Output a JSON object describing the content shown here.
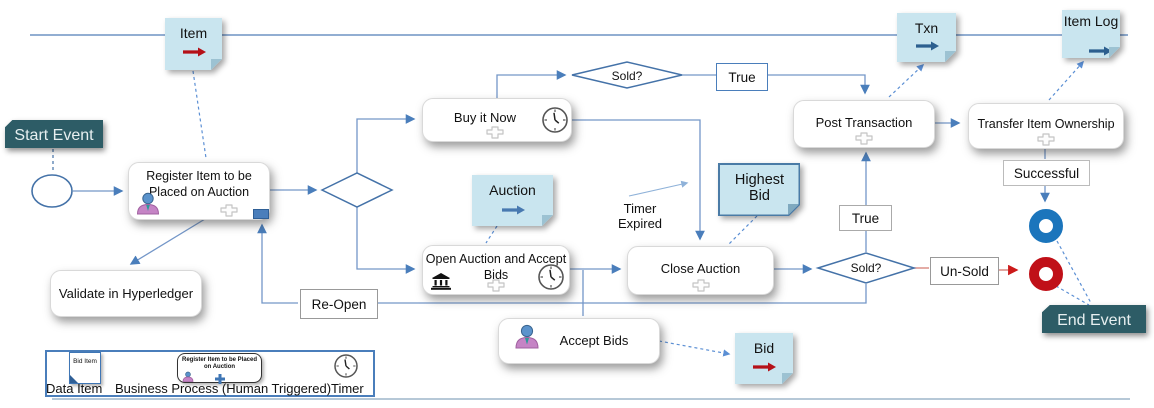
{
  "banners": {
    "start": "Start Event",
    "end": "End Event"
  },
  "tasks": {
    "register": "Register Item to be Placed on Auction",
    "validate": "Validate in Hyperledger",
    "buy_now": "Buy it Now",
    "open_auction": "Open Auction and Accept Bids",
    "close_auction": "Close Auction",
    "accept_bids": "Accept Bids",
    "post_transaction": "Post Transaction",
    "transfer_ownership": "Transfer Item Ownership"
  },
  "gateways": {
    "sold_top": "Sold?",
    "sold_bottom": "Sold?"
  },
  "connector_labels": {
    "true_top": "True",
    "true_bottom": "True",
    "unsold": "Un-Sold",
    "successful": "Successful",
    "reopen": "Re-Open",
    "timer_expired": "Timer Expired"
  },
  "notes": {
    "item": "Item",
    "auction": "Auction",
    "highest_bid": "Highest Bid",
    "bid": "Bid",
    "txn": "Txn",
    "item_log": "Item Log"
  },
  "legend": {
    "sample_note": "Bid Item",
    "sample_process": "Register Item to be Placed on Auction",
    "data_item": "Data Item",
    "business_process": "Business Process (Human Triggered)",
    "timer": "Timer"
  },
  "icons": {
    "person": "person-icon",
    "clock": "clock-icon",
    "bank": "bank-icon",
    "subprocess_marker": "puzzle-marker-icon",
    "note_arrow": "arrow-icon",
    "plus": "plus-icon"
  },
  "colors": {
    "accent_blue": "#4a7ebb",
    "flow_line": "#7396c8",
    "note_fill": "#c9e5ef",
    "banner_fill": "#2d5c66",
    "end_event_blue": "#1b75bc",
    "end_event_red": "#c01018",
    "unsold_red": "#d98880"
  }
}
